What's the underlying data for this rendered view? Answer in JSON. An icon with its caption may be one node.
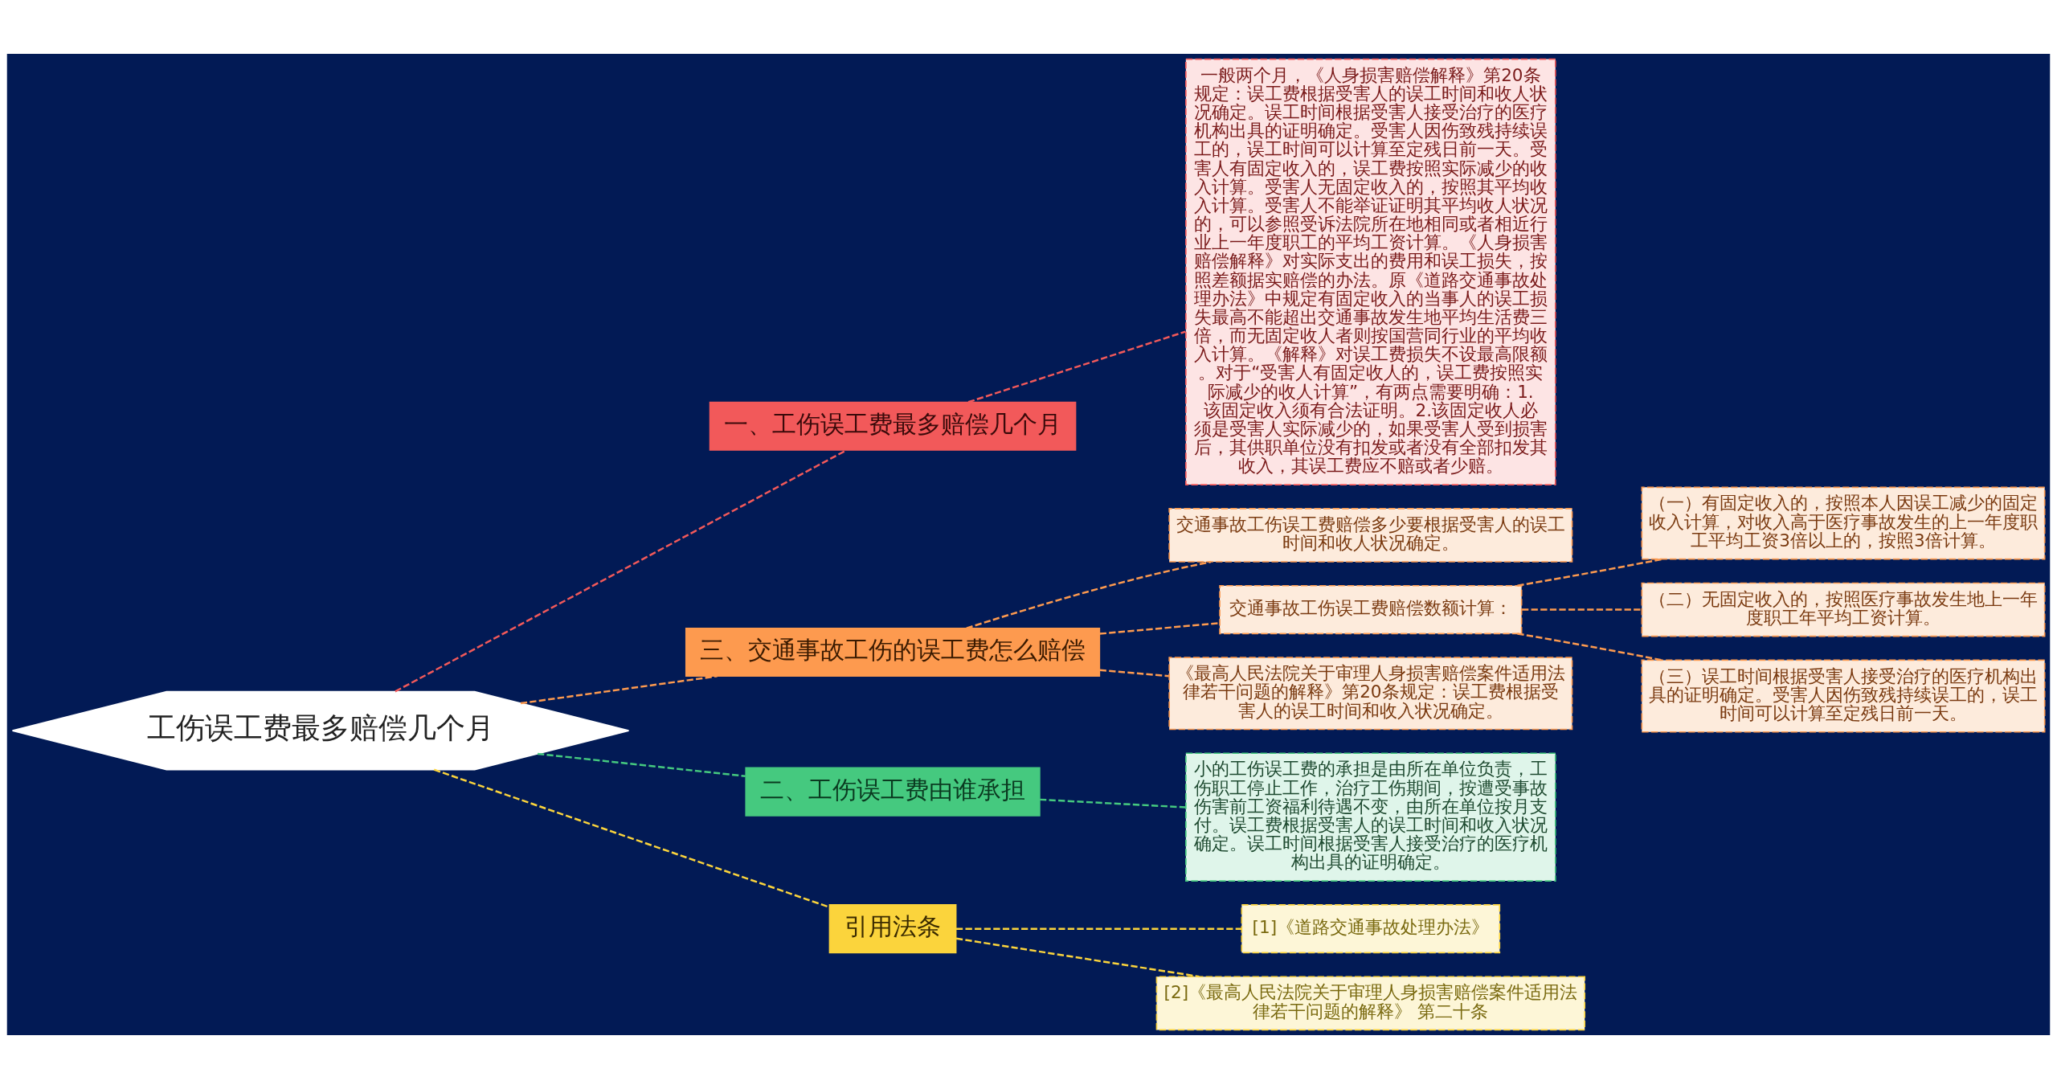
{
  "diagram": {
    "nodes": [
      {
        "text": [
          "工伤误工费最多赔偿几个月"
        ]
      },
      {
        "text": [
          "一、工伤误工费最多赔偿几个月"
        ]
      },
      {
        "text": [
          "一般两个月，《人身损害赔偿解释》第20条规定：误工费根据受害人的误工时间和收人状况确定。误工时间根据受害人接受治疗的医疗机构出具的证明确定。受害人因伤致残持续误工的，误工时间可以计算至定残日前一天。受害人有固定收入的，误工费按照实际减少的收入计算。受害人无固定收入的，按照其平均收入计算。受害人不能举证证明其平均收人状况的，可以参照受诉法院所在地相同或者相近行业上一年度职工的平均工资计算。《人身损害赔偿解释》对实际支出的费用和误工损失，按照差额据实赔偿的办法。原《道路交通事故处理办法》中规定有固定收入的当事人的误工损失最高不能超出交通事故发生地平均生活费三倍，而无固定收人者则按国营同行业的平均收入计算。《解释》对误工费损失不设最高限额。对于“受害人有固定收人的，误工费按照实际减少的收人计算”，有两点需要明确：1.该固定收入须有合法证明。2.该固定收人必须是受害人实际减少的，如果受害人受到损害后，其供职单位没有扣发或者没有全部扣发其收入，其误工费应不赔或者少赔。"
        ]
      },
      {
        "text": [
          "三、交通事故工伤的误工费怎么赔偿"
        ]
      },
      {
        "text": [
          "交通事故工伤误工费赔偿多少要根据受害人的误工时间和收人状况确定。"
        ]
      },
      {
        "text": [
          "交通事故工伤误工费赔偿数额计算："
        ]
      },
      {
        "text": [
          "（一）有固定收入的，按照本人因误工减少的固定收入计算，对收入高于医疗事故发生的上一年度职工平均工资3倍以上的，按照3倍计算。"
        ]
      },
      {
        "text": [
          "（二）无固定收入的，按照医疗事故发生地上一年度职工年平均工资计算。"
        ]
      },
      {
        "text": [
          "（三）误工时间根据受害人接受治疗的医疗机构出具的证明确定。受害人因伤致残持续误工的，误工时间可以计算至定残日前一天。"
        ]
      },
      {
        "text": [
          "《最高人民法院关于审理人身损害赔偿案件适用法律若干问题的解释》第20条规定：误工费根据受害人的误工时间和收入状况确定。"
        ]
      },
      {
        "text": [
          "二、工伤误工费由谁承担"
        ]
      },
      {
        "text": [
          "小的工伤误工费的承担是由所在单位负责，工伤职工停止工作，治疗工伤期间，按遭受事故伤害前工资福利待遇不变，由所在单位按月支付。误工费根据受害人的误工时间和收入状况确定。误工时间根据受害人接受治疗的医疗机构出具的证明确定。"
        ]
      },
      {
        "text": [
          "引用法条"
        ]
      },
      {
        "text": [
          "[1]《道路交通事故处理办法》"
        ]
      },
      {
        "text": [
          "[2]《最高人民法院关于审理人身损害赔偿案件适用法律若干问题的解释》 第二十条"
        ]
      }
    ],
    "edges": [
      {
        "from": 0,
        "to": 1,
        "arrow": "none",
        "style": "dashed",
        "color": "#f2595a"
      },
      {
        "from": 1,
        "to": 2,
        "arrow": "none",
        "style": "dashed",
        "color": "#f2595a"
      },
      {
        "from": 0,
        "to": 3,
        "arrow": "none",
        "style": "dashed",
        "color": "#fd9a4f"
      },
      {
        "from": 3,
        "to": 4,
        "arrow": "none",
        "style": "dashed",
        "color": "#fd9a4f"
      },
      {
        "from": 3,
        "to": 5,
        "arrow": "none",
        "style": "dashed",
        "color": "#fd9a4f"
      },
      {
        "from": 5,
        "to": 6,
        "arrow": "none",
        "style": "dashed",
        "color": "#fd9a4f"
      },
      {
        "from": 5,
        "to": 7,
        "arrow": "none",
        "style": "dashed",
        "color": "#fd9a4f"
      },
      {
        "from": 5,
        "to": 8,
        "arrow": "none",
        "style": "dashed",
        "color": "#fd9a4f"
      },
      {
        "from": 3,
        "to": 9,
        "arrow": "none",
        "style": "dashed",
        "color": "#fd9a4f"
      },
      {
        "from": 0,
        "to": 10,
        "arrow": "none",
        "style": "dashed",
        "color": "#45c97f"
      },
      {
        "from": 10,
        "to": 11,
        "arrow": "none",
        "style": "dashed",
        "color": "#45c97f"
      },
      {
        "from": 0,
        "to": 12,
        "arrow": "none",
        "style": "dashed",
        "color": "#fbd43c"
      },
      {
        "from": 12,
        "to": 13,
        "arrow": "none",
        "style": "dashed",
        "color": "#fbd43c"
      },
      {
        "from": 12,
        "to": 14,
        "arrow": "none",
        "style": "dashed",
        "color": "#fbd43c"
      }
    ]
  }
}
